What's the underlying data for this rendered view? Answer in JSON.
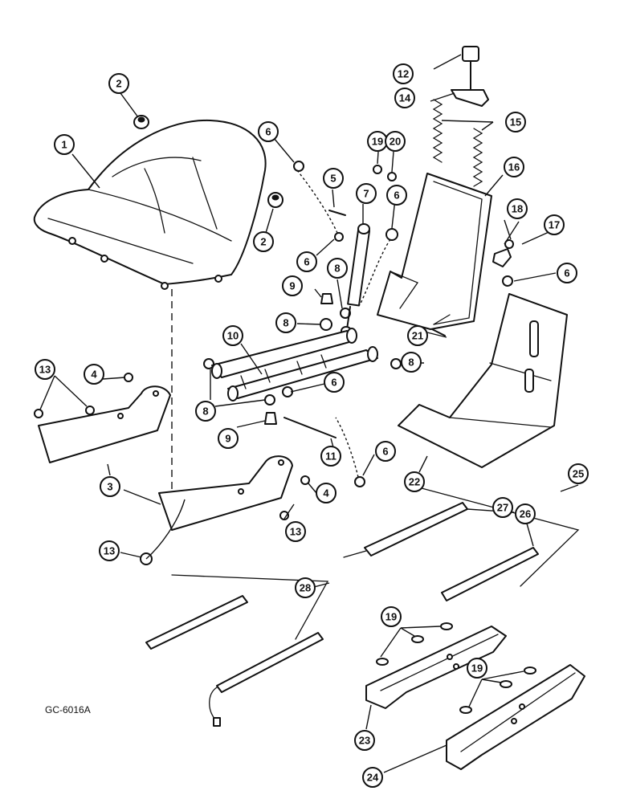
{
  "figure_code": "GC-6016A",
  "callouts": [
    "1",
    "2",
    "2",
    "3",
    "4",
    "4",
    "5",
    "6",
    "6",
    "6",
    "6",
    "6",
    "6",
    "7",
    "8",
    "8",
    "8",
    "8",
    "9",
    "9",
    "10",
    "11",
    "12",
    "13",
    "13",
    "13",
    "14",
    "15",
    "16",
    "17",
    "18",
    "19",
    "19",
    "19",
    "20",
    "21",
    "22",
    "23",
    "24",
    "25",
    "26",
    "27",
    "28"
  ]
}
